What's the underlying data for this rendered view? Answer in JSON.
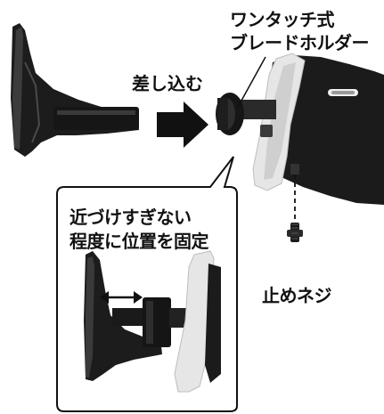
{
  "labels": {
    "holder_name_line1": "ワンタッチ式",
    "holder_name_line2": "ブレードホルダー",
    "insert_action": "差し込む",
    "inset_caption_line1": "近づけすぎない",
    "inset_caption_line2": "程度に位置を固定",
    "screw_name": "止めネジ"
  },
  "colors": {
    "ink": "#111111",
    "tool_body": "#1a1a1a",
    "tool_mid": "#3a3a3a",
    "tool_highlight": "#e8e8e8",
    "background": "#ffffff"
  },
  "icons": {
    "insert_arrow": "arrow-right-icon",
    "gap_indicator": "double-arrow-icon"
  }
}
